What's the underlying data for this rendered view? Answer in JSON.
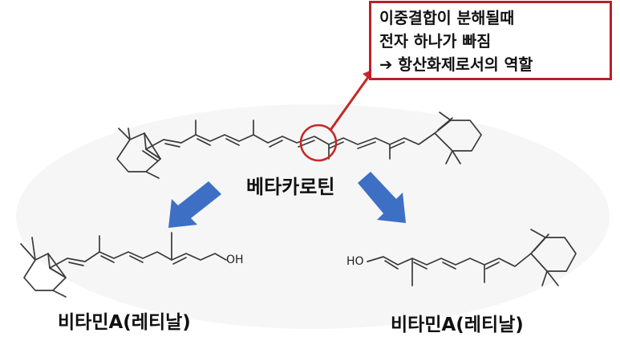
{
  "callout": {
    "lines": [
      "이중결합이 분해될때",
      "전자 하나가 빠짐",
      "➔ 항산화제로서의 역할"
    ],
    "border_color": "#b8202a"
  },
  "labels": {
    "main_molecule": "베타카로틴",
    "product_left": "비타민A(레티날)",
    "product_right": "비타민A(레티날)",
    "hydroxyl_left": "OH",
    "hydroxyl_right": "HO"
  },
  "colors": {
    "arrow_blue": "#3d6fc4",
    "highlight_red": "#c62828"
  }
}
